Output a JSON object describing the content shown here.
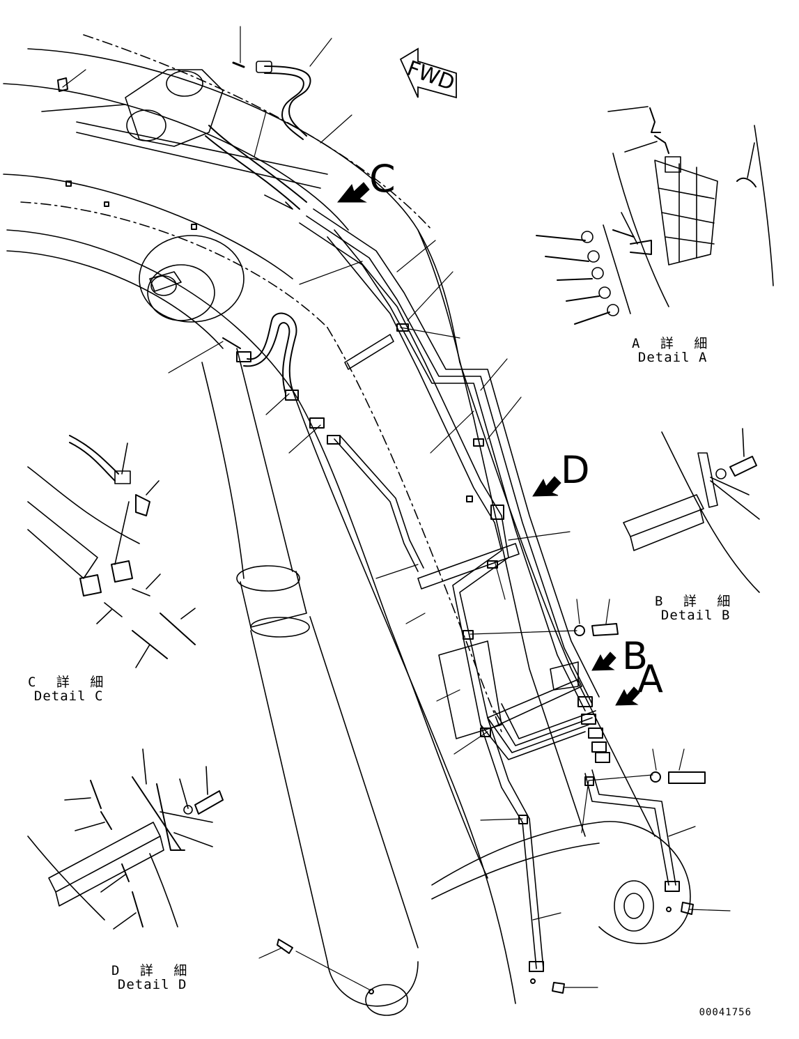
{
  "drawing": {
    "number": "00041756",
    "forward_marker": "FWD"
  },
  "view_arrows": {
    "c": "C",
    "d": "D",
    "b": "B",
    "a": "A"
  },
  "details": {
    "a": {
      "jp": "A 詳 細",
      "en": "Detail A"
    },
    "b": {
      "jp": "B 詳 細",
      "en": "Detail B"
    },
    "c": {
      "jp": "C 詳 細",
      "en": "Detail C"
    },
    "d": {
      "jp": "D 詳 細",
      "en": "Detail D"
    }
  },
  "colors": {
    "line": "#000000",
    "background": "#ffffff"
  }
}
